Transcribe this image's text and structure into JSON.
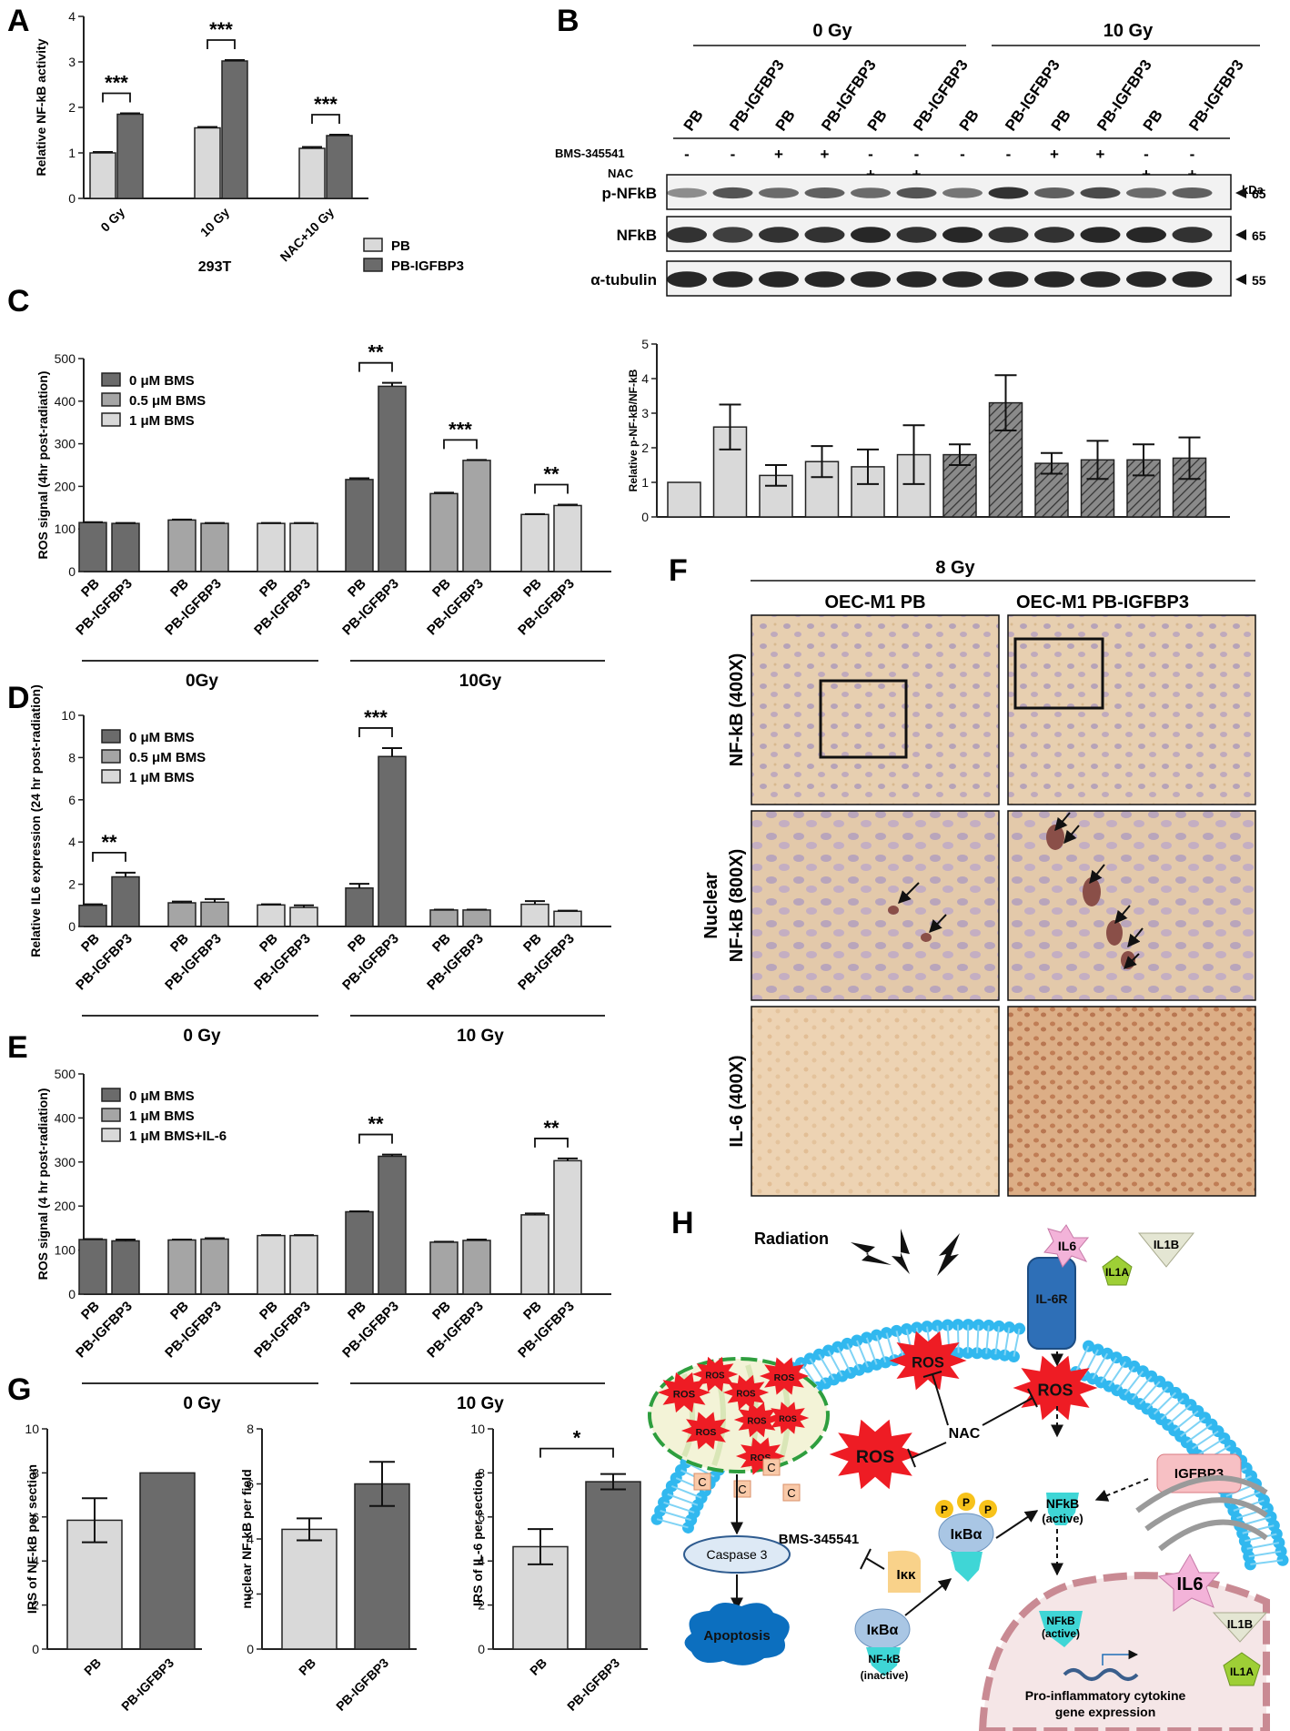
{
  "panel_letters": [
    "A",
    "B",
    "C",
    "D",
    "E",
    "F",
    "G",
    "H"
  ],
  "colors": {
    "dark": "#6b6b6b",
    "mid": "#a5a5a5",
    "light": "#d9d9d9",
    "hatch": "#8a8a8a"
  },
  "chart_data": [
    {
      "id": "A",
      "type": "bar",
      "ylabel": "Relative NF-kB activity",
      "ylim": [
        0,
        4
      ],
      "yticks": [
        0,
        1,
        2,
        3,
        4
      ],
      "categories": [
        "0 Gy",
        "10 Gy",
        "NAC+10 Gy"
      ],
      "series": [
        {
          "name": "PB",
          "values": [
            1.0,
            1.55,
            1.1
          ],
          "errors": [
            0.02,
            0.02,
            0.03
          ],
          "color": "#d9d9d9"
        },
        {
          "name": "PB-IGFBP3",
          "values": [
            1.85,
            3.02,
            1.38
          ],
          "errors": [
            0.02,
            0.02,
            0.02
          ],
          "color": "#6b6b6b"
        }
      ],
      "significance": [
        "***",
        "***",
        "***"
      ],
      "footnote": "293T"
    },
    {
      "id": "B",
      "type": "bar",
      "ylabel": "Relative p-NF-kB/NF-kB",
      "ylim": [
        0,
        5
      ],
      "yticks": [
        0,
        1,
        2,
        3,
        4,
        5
      ],
      "values": [
        1.0,
        2.6,
        1.2,
        1.6,
        1.45,
        1.8,
        1.8,
        3.3,
        1.55,
        1.65,
        1.65,
        1.7
      ],
      "errors": [
        0,
        0.65,
        0.3,
        0.45,
        0.5,
        0.85,
        0.3,
        0.8,
        0.3,
        0.55,
        0.45,
        0.6
      ],
      "hatched_from_index": 6
    },
    {
      "id": "C",
      "type": "bar",
      "ylabel": "ROS signal (4hr post-radiation)",
      "ylim": [
        0,
        500
      ],
      "yticks": [
        0,
        100,
        200,
        300,
        400,
        500
      ],
      "legend": [
        "0 μM BMS",
        "0.5 μM BMS",
        "1 μM BMS"
      ],
      "categories": [
        "PB",
        "PB-IGFBP3",
        "PB",
        "PB-IGFBP3",
        "PB",
        "PB-IGFBP3",
        "PB",
        "PB-IGFBP3",
        "PB",
        "PB-IGFBP3",
        "PB",
        "PB-IGFBP3"
      ],
      "values": [
        115,
        113,
        121,
        113,
        113,
        113,
        216,
        435,
        183,
        261,
        134,
        155
      ],
      "errors": [
        1,
        1,
        1,
        1,
        1,
        1,
        3,
        8,
        2,
        1,
        1,
        2
      ],
      "groups": [
        "0Gy",
        "10Gy"
      ],
      "significance": [
        {
          "pair": [
            6,
            7
          ],
          "label": "**"
        },
        {
          "pair": [
            8,
            9
          ],
          "label": "***"
        },
        {
          "pair": [
            10,
            11
          ],
          "label": "**"
        }
      ]
    },
    {
      "id": "D",
      "type": "bar",
      "ylabel": "Relative IL6 expression (24 hr post-radiation)",
      "ylim": [
        0,
        10
      ],
      "yticks": [
        0,
        2,
        4,
        6,
        8,
        10
      ],
      "legend": [
        "0 μM BMS",
        "0.5 μM BMS",
        "1 μM BMS"
      ],
      "categories": [
        "PB",
        "PB-IGFBP3",
        "PB",
        "PB-IGFBP3",
        "PB",
        "PB-IGFBP3",
        "PB",
        "PB-IGFBP3",
        "PB",
        "PB-IGFBP3",
        "PB",
        "PB-IGFBP3"
      ],
      "values": [
        1.0,
        2.35,
        1.12,
        1.15,
        1.02,
        0.9,
        1.82,
        8.05,
        0.78,
        0.78,
        1.05,
        0.72
      ],
      "errors": [
        0.05,
        0.2,
        0.06,
        0.15,
        0.03,
        0.1,
        0.2,
        0.4,
        0.02,
        0.02,
        0.15,
        0.03
      ],
      "groups": [
        "0 Gy",
        "10 Gy"
      ],
      "significance": [
        {
          "pair": [
            0,
            1
          ],
          "label": "**"
        },
        {
          "pair": [
            6,
            7
          ],
          "label": "***"
        }
      ]
    },
    {
      "id": "E",
      "type": "bar",
      "ylabel": "ROS signal (4 hr post-radiation)",
      "ylim": [
        0,
        500
      ],
      "yticks": [
        0,
        100,
        200,
        300,
        400,
        500
      ],
      "legend": [
        "0 μM BMS",
        "1 μM BMS",
        "1 μM BMS+IL-6"
      ],
      "categories": [
        "PB",
        "PB-IGFBP3",
        "PB",
        "PB-IGFBP3",
        "PB",
        "PB-IGFBP3",
        "PB",
        "PB-IGFBP3",
        "PB",
        "PB-IGFBP3",
        "PB",
        "PB-IGFBP3"
      ],
      "values": [
        124,
        121,
        123,
        125,
        133,
        133,
        187,
        313,
        118,
        122,
        180,
        303
      ],
      "errors": [
        1,
        3,
        1,
        2,
        1,
        1,
        1,
        4,
        1,
        2,
        3,
        5
      ],
      "groups": [
        "0 Gy",
        "10 Gy"
      ],
      "significance": [
        {
          "pair": [
            6,
            7
          ],
          "label": "**"
        },
        {
          "pair": [
            10,
            11
          ],
          "label": "**"
        }
      ]
    },
    {
      "id": "G1",
      "type": "bar",
      "ylabel": "IRS of NF-kB per section",
      "ylim": [
        0,
        10
      ],
      "yticks": [
        0,
        2,
        4,
        6,
        8,
        10
      ],
      "categories": [
        "PB",
        "PB-IGFBP3"
      ],
      "values": [
        5.85,
        8.0
      ],
      "errors": [
        1.0,
        0
      ]
    },
    {
      "id": "G2",
      "type": "bar",
      "ylabel": "nuclear NF-kB per field",
      "ylim": [
        0,
        8
      ],
      "yticks": [
        0,
        2,
        4,
        6,
        8
      ],
      "categories": [
        "PB",
        "PB-IGFBP3"
      ],
      "values": [
        4.35,
        6.0
      ],
      "errors": [
        0.4,
        0.8
      ]
    },
    {
      "id": "G3",
      "type": "bar",
      "ylabel": "IRS of IL-6 per section",
      "ylim": [
        0,
        10
      ],
      "yticks": [
        0,
        2,
        4,
        6,
        8,
        10
      ],
      "categories": [
        "PB",
        "PB-IGFBP3"
      ],
      "values": [
        4.65,
        7.6
      ],
      "errors": [
        0.8,
        0.35
      ],
      "significance": [
        {
          "pair": [
            0,
            1
          ],
          "label": "*"
        }
      ]
    }
  ],
  "blot": {
    "doses": [
      "0 Gy",
      "10 Gy"
    ],
    "lanes": [
      "PB",
      "PB-IGFBP3",
      "PB",
      "PB-IGFBP3",
      "PB",
      "PB-IGFBP3",
      "PB",
      "PB-IGFBP3",
      "PB",
      "PB-IGFBP3",
      "PB",
      "PB-IGFBP3"
    ],
    "treatments": [
      {
        "label": "BMS-345541",
        "marks": [
          "-",
          "-",
          "+",
          "+",
          "-",
          "-",
          "-",
          "-",
          "+",
          "+",
          "-",
          "-"
        ]
      },
      {
        "label": "NAC",
        "marks": [
          "-",
          "-",
          "-",
          "-",
          "+",
          "+",
          "-",
          "-",
          "-",
          "-",
          "+",
          "+"
        ]
      }
    ],
    "kda_label": "kDa",
    "rows": [
      {
        "label": "p-NFkB",
        "kda": "65"
      },
      {
        "label": "NFkB",
        "kda": "65"
      },
      {
        "label": "α-tubulin",
        "kda": "55"
      }
    ]
  },
  "ihc": {
    "title": "8 Gy",
    "columns": [
      "OEC-M1  PB",
      "OEC-M1  PB-IGFBP3"
    ],
    "rows": [
      "NF-kB (400X)",
      "Nuclear NF-kB (800X)",
      "IL-6 (400X)"
    ],
    "row_label_lines": [
      [
        "NF-kB (400X)"
      ],
      [
        "Nuclear",
        "NF-kB (800X)"
      ],
      [
        "IL-6 (400X)"
      ]
    ]
  },
  "pathway": {
    "radiation": "Radiation",
    "ros": "ROS",
    "nac": "NAC",
    "bms": "BMS-345541",
    "il6r": "IL-6R",
    "il6": "IL6",
    "il1b": "IL1B",
    "il1a": "IL1A",
    "il6_big": "IL6",
    "igfbp3": "IGFBP3",
    "nfkb_active_1": "NFkB",
    "nfkb_active_2": "(active)",
    "ikba": "IκBα",
    "p": "P",
    "ikk": "Iκκ",
    "caspase": "Caspase 3",
    "apoptosis": "Apoptosis",
    "c": "C",
    "nfkb_inactive_1": "NF-kB",
    "nfkb_inactive_2": "(inactive)",
    "gene_expr_1": "Pro-inflammatory cytokine",
    "gene_expr_2": "gene expression"
  }
}
